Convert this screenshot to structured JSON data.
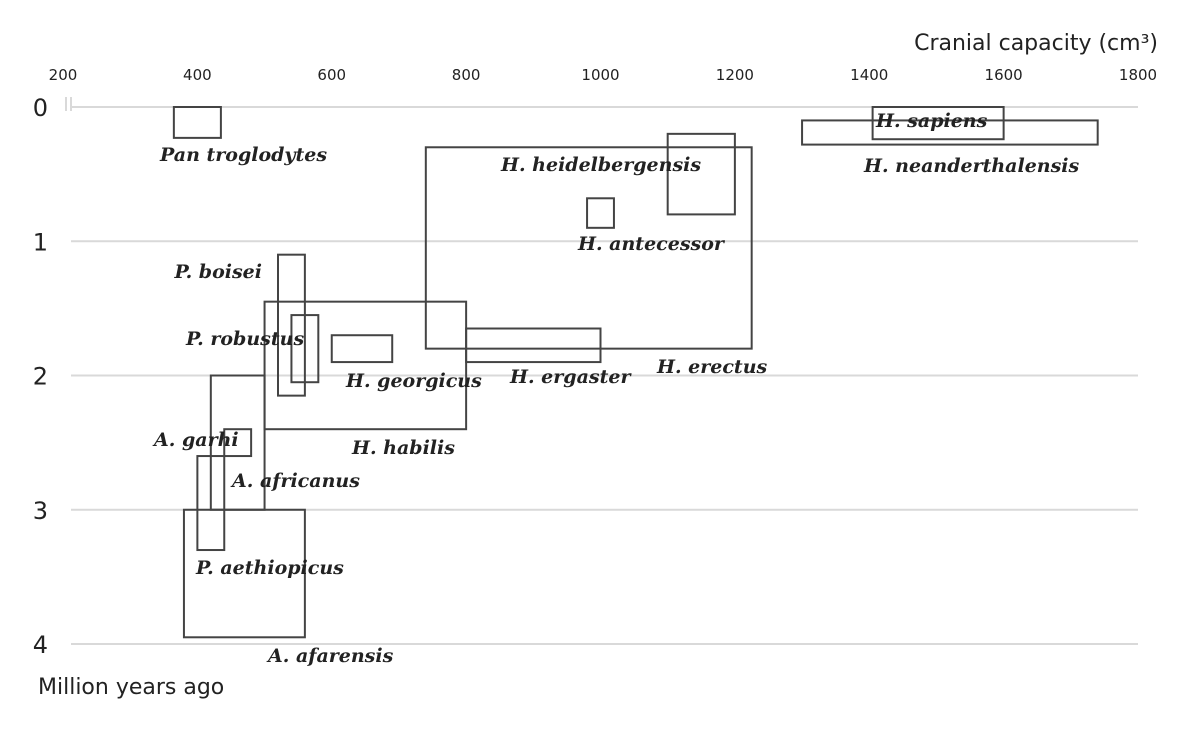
{
  "chart_data": {
    "type": "range-box",
    "xlabel": "Cranial capacity (cm³)",
    "ylabel": "Million years ago",
    "xlim": [
      200,
      1800
    ],
    "ylim": [
      0,
      4
    ],
    "x_ticks": [
      200,
      400,
      600,
      800,
      1000,
      1200,
      1400,
      1600,
      1800
    ],
    "y_ticks": [
      0,
      1,
      2,
      3,
      4
    ],
    "grid": "horizontal",
    "species": [
      {
        "name": "Pan troglodytes",
        "cc_min": 365,
        "cc_max": 435,
        "mya_min": 0.0,
        "mya_max": 0.23
      },
      {
        "name": "H. sapiens",
        "cc_min": 1405,
        "cc_max": 1600,
        "mya_min": 0.0,
        "mya_max": 0.24
      },
      {
        "name": "H. neanderthalensis",
        "cc_min": 1300,
        "cc_max": 1740,
        "mya_min": 0.1,
        "mya_max": 0.28
      },
      {
        "name": "H. heidelbergensis",
        "cc_min": 1100,
        "cc_max": 1200,
        "mya_min": 0.2,
        "mya_max": 0.8
      },
      {
        "name": "H. antecessor",
        "cc_min": 980,
        "cc_max": 1020,
        "mya_min": 0.68,
        "mya_max": 0.9
      },
      {
        "name": "H. erectus",
        "cc_min": 740,
        "cc_max": 1225,
        "mya_min": 0.3,
        "mya_max": 1.8
      },
      {
        "name": "P. boisei",
        "cc_min": 520,
        "cc_max": 560,
        "mya_min": 1.1,
        "mya_max": 2.15
      },
      {
        "name": "P. robustus",
        "cc_min": 540,
        "cc_max": 580,
        "mya_min": 1.55,
        "mya_max": 2.05
      },
      {
        "name": "H. georgicus",
        "cc_min": 600,
        "cc_max": 690,
        "mya_min": 1.7,
        "mya_max": 1.9
      },
      {
        "name": "H. ergaster",
        "cc_min": 800,
        "cc_max": 1000,
        "mya_min": 1.65,
        "mya_max": 1.9
      },
      {
        "name": "H. habilis",
        "cc_min": 500,
        "cc_max": 800,
        "mya_min": 1.45,
        "mya_max": 2.4
      },
      {
        "name": "A. garhi",
        "cc_min": 440,
        "cc_max": 480,
        "mya_min": 2.4,
        "mya_max": 2.6
      },
      {
        "name": "A. africanus",
        "cc_min": 420,
        "cc_max": 500,
        "mya_min": 2.0,
        "mya_max": 3.0
      },
      {
        "name": "P. aethiopicus",
        "cc_min": 400,
        "cc_max": 440,
        "mya_min": 2.6,
        "mya_max": 3.3
      },
      {
        "name": "A. afarensis",
        "cc_min": 380,
        "cc_max": 560,
        "mya_min": 3.0,
        "mya_max": 3.95
      }
    ]
  }
}
